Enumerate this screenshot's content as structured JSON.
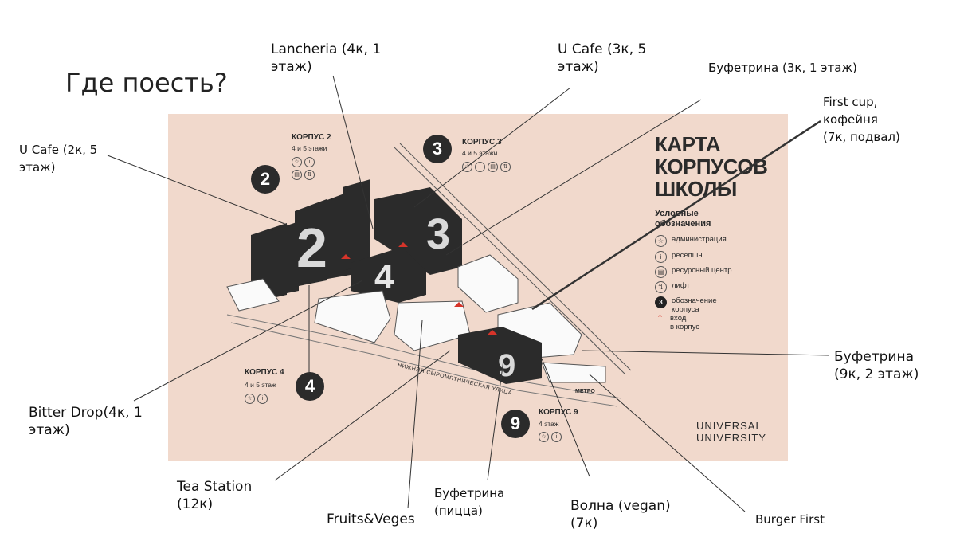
{
  "page": {
    "title": "Где поесть?"
  },
  "map": {
    "title_lines": [
      "КАРТА",
      "КОРПУСОВ",
      "ШКОЛЫ"
    ],
    "legend": {
      "title": "Условные обозначения",
      "items": [
        {
          "icon": "star-icon",
          "label": "администрация"
        },
        {
          "icon": "info-icon",
          "label": "ресепшн"
        },
        {
          "icon": "book-icon",
          "label": "ресурсный центр"
        },
        {
          "icon": "elevator-icon",
          "label": "лифт"
        },
        {
          "icon": "number-badge-icon",
          "label": "обозначение\nкорпуса",
          "badge": "3"
        },
        {
          "icon": "entrance-arrow-icon",
          "label": "вход\nв корпус"
        }
      ]
    },
    "buildings": [
      {
        "id": "b2",
        "number": "2",
        "name": "КОРПУС 2",
        "floors": "4 и 5 этажи"
      },
      {
        "id": "b3",
        "number": "3",
        "name": "КОРПУС 3",
        "floors": "4 и 5 этажи"
      },
      {
        "id": "b4",
        "number": "4",
        "name": "КОРПУС 4",
        "floors": "4 и 5 этаж"
      },
      {
        "id": "b9",
        "number": "9",
        "name": "КОРПУС 9",
        "floors": "4 этаж"
      }
    ],
    "street_label": "НИЖНЯЯ СЫРОМЯТНИЧЕСКАЯ УЛИЦА",
    "metro_label": "МЕТРО",
    "brand_lines": [
      "UNIVERSAL",
      "UNIVERSITY"
    ],
    "colors": {
      "panel": "#f1d9cc",
      "building_dark": "#2b2b2b",
      "entrance": "#d6342a"
    }
  },
  "callouts": {
    "lancheria": "Lancheria (4к, 1\nэтаж)",
    "ucafe3": "U Cafe (3к, 5\nэтаж)",
    "bufetrina3": "Буфетрина (3к, 1 этаж)",
    "firstcup": "First cup,\nкофейня\n(7к, подвал)",
    "ucafe2": "U Cafe (2к, 5\nэтаж)",
    "bufetrina9": "Буфетрина\n(9к, 2 этаж)",
    "bitterdrop": "Bitter Drop(4к, 1\nэтаж)",
    "teastation": "Tea Station\n(12к)",
    "fruitsveges": "Fruits&Veges",
    "bufetrina_pizza": "Буфетрина\n(пицца)",
    "volna": "Волна (vegan)\n(7к)",
    "burgerfirst": "Burger First"
  }
}
